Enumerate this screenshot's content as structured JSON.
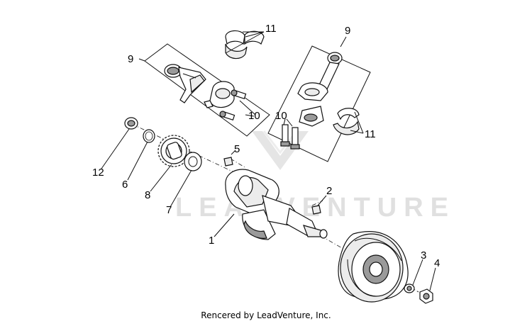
{
  "diagram": {
    "watermark": "LEADVENTURE",
    "credit": "Rencered by LeadVenture, Inc.",
    "callouts": {
      "c1": "1",
      "c2": "2",
      "c3": "3",
      "c4": "4",
      "c5": "5",
      "c6": "6",
      "c7": "7",
      "c8": "8",
      "c9_left": "9",
      "c9_right": "9",
      "c10_left": "10",
      "c10_right": "10",
      "c11_top": "11",
      "c11_right": "11",
      "c12": "12"
    }
  }
}
